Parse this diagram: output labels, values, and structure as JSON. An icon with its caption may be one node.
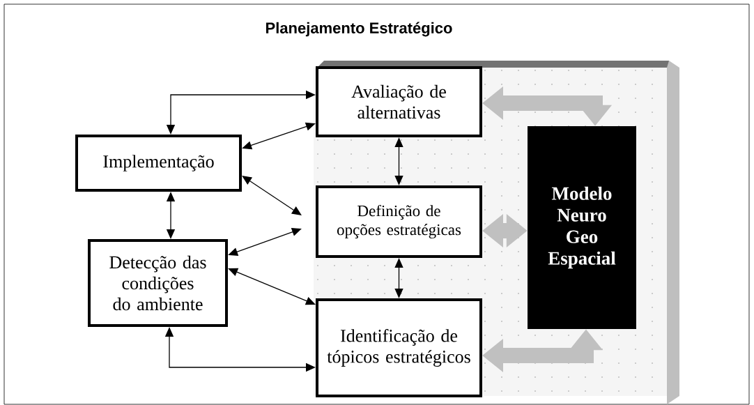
{
  "diagram": {
    "title": "Planejamento Estratégico",
    "nodes": [
      {
        "text": [
          "Implementação"
        ]
      },
      {
        "text": [
          "Detecção das condições do ambiente"
        ]
      },
      {
        "text": [
          "Avaliação de alternativas"
        ]
      },
      {
        "text": [
          "Definição de opções estratégicas"
        ]
      },
      {
        "text": [
          "Identificação de tópicos estratégicos"
        ]
      },
      {
        "text": [
          "Modelo Neuro Geo Espacial"
        ]
      }
    ],
    "edges": [
      {
        "from": 0,
        "to": 2,
        "arrow": "both"
      },
      {
        "from": 0,
        "to": 2,
        "arrow": "both"
      },
      {
        "from": 0,
        "to": 3,
        "arrow": "both"
      },
      {
        "from": 0,
        "to": 1,
        "arrow": "both"
      },
      {
        "from": 1,
        "to": 3,
        "arrow": "both"
      },
      {
        "from": 1,
        "to": 4,
        "arrow": "both"
      },
      {
        "from": 1,
        "to": 4,
        "arrow": "both"
      },
      {
        "from": 2,
        "to": 3,
        "arrow": "both"
      },
      {
        "from": 3,
        "to": 4,
        "arrow": "both"
      },
      {
        "from": 5,
        "to": 2,
        "arrow": "both",
        "style": "thick",
        "color": "#c0c0c0"
      },
      {
        "from": 3,
        "to": 5,
        "arrow": "both",
        "style": "thick",
        "color": "#c0c0c0"
      },
      {
        "from": 5,
        "to": 4,
        "arrow": "both",
        "style": "thick",
        "color": "#c0c0c0"
      }
    ]
  }
}
